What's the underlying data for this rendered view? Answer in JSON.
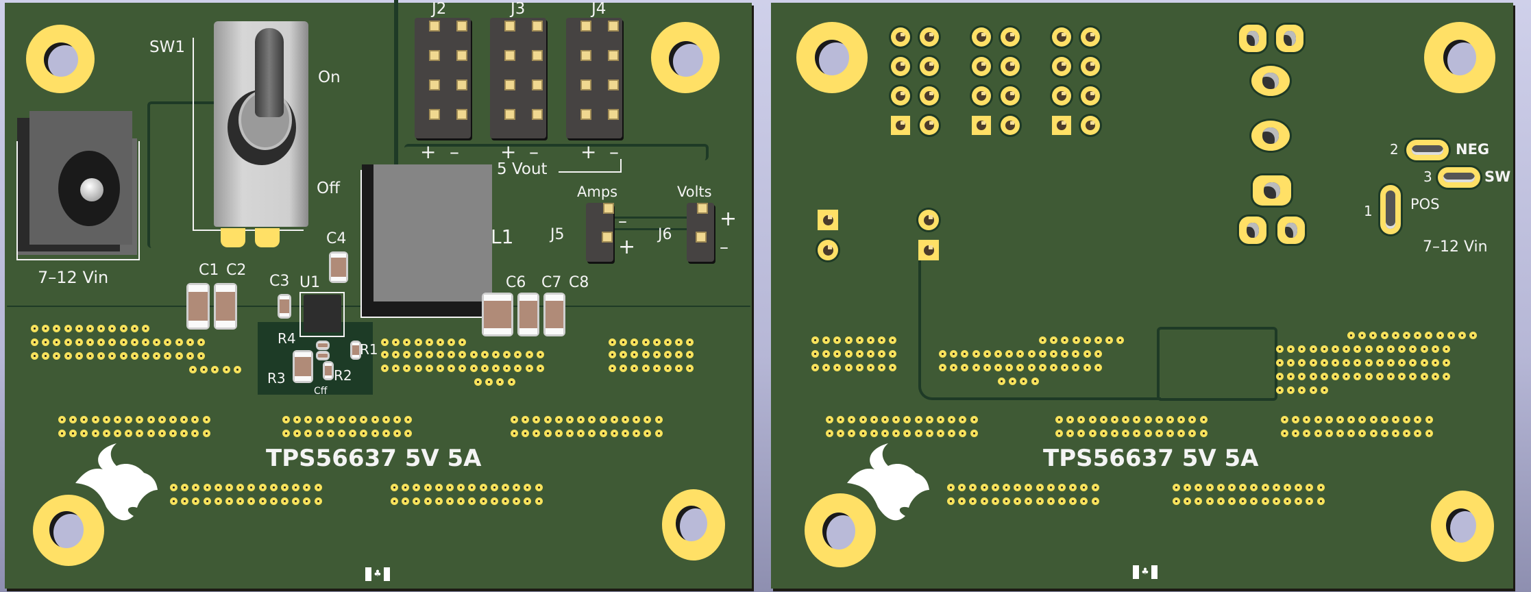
{
  "view": {
    "title": "PCB 3D render - top and bottom views",
    "background_color": "#c8c9e5",
    "board_color": "#3f5a35",
    "copper_color": "#ffe066",
    "silkscreen_color": "#f4f4f4"
  },
  "front": {
    "switch": {
      "ref": "SW1",
      "on_label": "On",
      "off_label": "Off"
    },
    "barrel_jack": {
      "label": "7–12 Vin"
    },
    "headers": [
      {
        "ref": "J2",
        "plus": "+",
        "minus": "–"
      },
      {
        "ref": "J3",
        "plus": "+",
        "minus": "–"
      },
      {
        "ref": "J4",
        "plus": "+",
        "minus": "–"
      }
    ],
    "vout_label": "5 Vout",
    "j5": {
      "ref": "J5",
      "label": "Amps",
      "minus": "–",
      "plus": "+"
    },
    "j6": {
      "ref": "J6",
      "label": "Volts",
      "plus": "+",
      "minus": "–"
    },
    "inductor": {
      "ref": "L1"
    },
    "ic": {
      "ref": "U1"
    },
    "capacitors": [
      "C1",
      "C2",
      "C3",
      "C4",
      "C6",
      "C7",
      "C8"
    ],
    "resistors": [
      "R1",
      "R2",
      "R3",
      "R4"
    ],
    "cff_label": "Cff",
    "title": "TPS56637 5V 5A",
    "logo": "bull-head-logo",
    "flag": "canada-flag"
  },
  "back": {
    "jack_pins": [
      {
        "num": "2",
        "name": "NEG"
      },
      {
        "num": "3",
        "name": "SW"
      },
      {
        "num": "1",
        "name": "POS"
      }
    ],
    "vin_label": "7–12 Vin",
    "title": "TPS56637 5V 5A",
    "logo": "bull-head-logo",
    "flag": "canada-flag"
  },
  "icons": {
    "maple_leaf": "♣"
  }
}
